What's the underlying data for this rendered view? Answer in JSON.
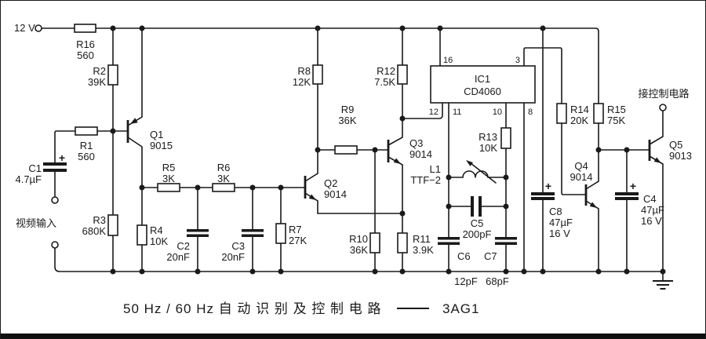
{
  "colors": {
    "line": "#1a1a1a",
    "background": "#ffffff",
    "footer_bar": "#0f0f0f"
  },
  "terminals": {
    "power": "12 V",
    "video_in": "视频输入",
    "control_out": "接控制电路"
  },
  "title": {
    "text": "50 Hz / 60 Hz 自 动 识 别 及 控 制 电 路",
    "suffix": "3AG1"
  },
  "ic1": {
    "ref": "IC1",
    "part": "CD4060",
    "pin16": "16",
    "pin3": "3",
    "pin12": "12",
    "pin11": "11",
    "pin10": "10",
    "pin8": "8"
  },
  "r1": {
    "ref": "R1",
    "val": "560"
  },
  "r2": {
    "ref": "R2",
    "val": "39K"
  },
  "r3": {
    "ref": "R3",
    "val": "680K"
  },
  "r4": {
    "ref": "R4",
    "val": "10K"
  },
  "r5": {
    "ref": "R5",
    "val": "3K"
  },
  "r6": {
    "ref": "R6",
    "val": "3K"
  },
  "r7": {
    "ref": "R7",
    "val": "27K"
  },
  "r8": {
    "ref": "R8",
    "val": "12K"
  },
  "r9": {
    "ref": "R9",
    "val": "36K"
  },
  "r10": {
    "ref": "R10",
    "val": "36K"
  },
  "r11": {
    "ref": "R11",
    "val": "3.9K"
  },
  "r12": {
    "ref": "R12",
    "val": "7.5K"
  },
  "r13": {
    "ref": "R13",
    "val": "10K"
  },
  "r14": {
    "ref": "R14",
    "val": "20K"
  },
  "r15": {
    "ref": "R15",
    "val": "75K"
  },
  "r16": {
    "ref": "R16",
    "val": "560"
  },
  "c1": {
    "ref": "C1",
    "val": "4.7µF",
    "plus": "+"
  },
  "c2": {
    "ref": "C2",
    "val": "20nF"
  },
  "c3": {
    "ref": "C3",
    "val": "20nF"
  },
  "c4": {
    "ref": "C4",
    "val": "47µF",
    "volt": "16 V",
    "plus": "+"
  },
  "c5": {
    "ref": "C5",
    "val": "200pF"
  },
  "c6": {
    "ref": "C6",
    "val": "12pF"
  },
  "c7": {
    "ref": "C7",
    "val": "68pF"
  },
  "c8": {
    "ref": "C8",
    "val": "47µF",
    "volt": "16 V",
    "plus": "+"
  },
  "l1": {
    "ref": "L1",
    "val": "TTF−2"
  },
  "q1": {
    "ref": "Q1",
    "val": "9015"
  },
  "q2": {
    "ref": "Q2",
    "val": "9014"
  },
  "q3": {
    "ref": "Q3",
    "val": "9014"
  },
  "q4": {
    "ref": "Q4",
    "val": "9014"
  },
  "q5": {
    "ref": "Q5",
    "val": "9013"
  }
}
